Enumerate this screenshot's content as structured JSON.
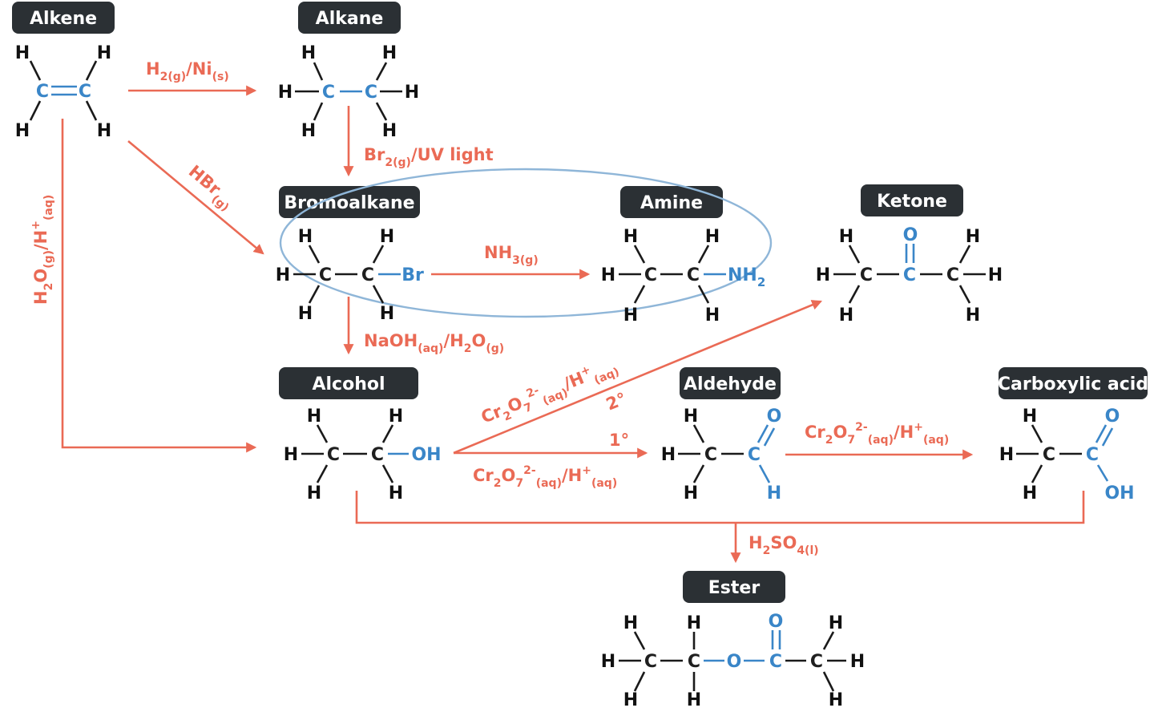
{
  "labels": {
    "alkene": "Alkene",
    "alkane": "Alkane",
    "bromoalkane": "Bromoalkane",
    "amine": "Amine",
    "ketone": "Ketone",
    "alcohol": "Alcohol",
    "aldehyde": "Aldehyde",
    "carboxylic_acid": "Carboxylic acid",
    "ester": "Ester"
  },
  "reagents": {
    "hydrogenation": {
      "a": "H",
      "a_sub": "2(g)",
      "b": "/Ni",
      "b_sub": "(s)"
    },
    "bromination": {
      "a": "Br",
      "a_sub": "2(g)",
      "b": "/UV light"
    },
    "hbr": {
      "a": "HBr",
      "a_sub": "(g)"
    },
    "hydration": {
      "a": "H",
      "a_sub1": "2",
      "b": "O",
      "b_sub": "(g)",
      "c": "/H",
      "c_sup": "+",
      "c_sub": "(aq)"
    },
    "ammonia": {
      "a": "NH",
      "a_sub": "3(g)"
    },
    "substitution": {
      "a": "NaOH",
      "a_sub": "(aq)",
      "b": "/H",
      "b_sub": "2",
      "c": "O",
      "c_sub": "(g)"
    },
    "oxidation_2": {
      "a": "Cr",
      "a_sub": "2",
      "b": "O",
      "b_sub": "7",
      "b_sup": "2-",
      "b_sub2": "(aq)",
      "c": "/H",
      "c_sup": "+",
      "c_sub": "(aq)",
      "deg": "2°"
    },
    "oxidation_1": {
      "a": "Cr",
      "a_sub": "2",
      "b": "O",
      "b_sub": "7",
      "b_sup": "2-",
      "b_sub2": "(aq)",
      "c": "/H",
      "c_sup": "+",
      "c_sub": "(aq)",
      "deg": "1°"
    },
    "oxidation_ald": {
      "a": "Cr",
      "a_sub": "2",
      "b": "O",
      "b_sub": "7",
      "b_sup": "2-",
      "b_sub2": "(aq)",
      "c": "/H",
      "c_sup": "+",
      "c_sub": "(aq)"
    },
    "esterification": {
      "a": "H",
      "a_sub": "2",
      "b": "SO",
      "b_sub": "4(l)"
    }
  },
  "atoms": {
    "h": "H",
    "c": "C",
    "o": "O",
    "br": "Br",
    "nh2": "NH",
    "nh2_sub": "2",
    "oh": "OH"
  },
  "colors": {
    "arrow": "#ea6a55",
    "label_box": "#2b3034",
    "highlight_atom": "#3a86c8",
    "ellipse": "#8fb6d8"
  }
}
